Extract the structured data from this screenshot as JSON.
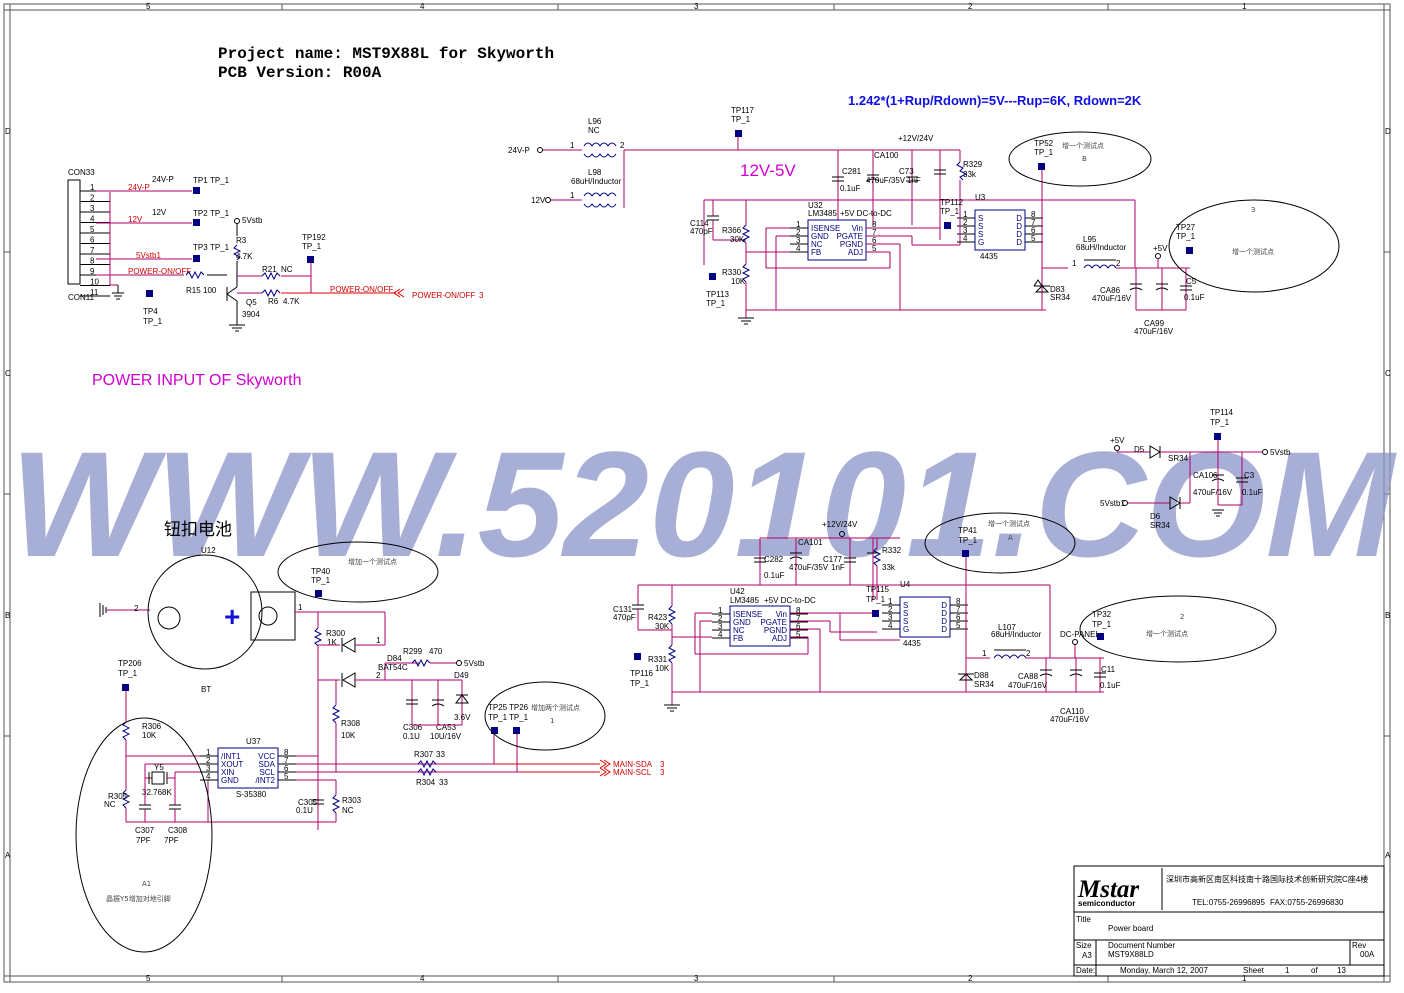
{
  "header": {
    "project_line": "Project name: MST9X88L for Skyworth",
    "pcb_line": "PCB Version: R00A",
    "formula": "1.242*(1+Rup/Rdown)=5V---Rup=6K, Rdown=2K",
    "section_12v5v": "12V-5V",
    "power_input": "POWER INPUT OF Skyworth",
    "button_battery": "钮扣电池",
    "watermark": "WWW.520101.COM"
  },
  "frame": {
    "col_top": [
      "5",
      "4",
      "3",
      "2",
      "1"
    ],
    "row_left": [
      "D",
      "C",
      "B",
      "A"
    ]
  },
  "connector": {
    "con33": "CON33",
    "con11": "CON11",
    "pins": [
      "1",
      "2",
      "3",
      "4",
      "5",
      "6",
      "7",
      "8",
      "9",
      "10",
      "11"
    ],
    "net_24vp": "24V-P",
    "net_24vp2": "24V-P",
    "net_12v": "12V",
    "net_12v2": "12V",
    "net_5vstb": "5Vstb",
    "net_5vstb1": "5Vstb1",
    "net_power": "POWER-ON/OFF",
    "net_power2": "POWER-ON/OFF",
    "net_power3": "POWER-ON/OFF",
    "page3": "3",
    "tp1": "TP1",
    "tp2": "TP2",
    "tp3": "TP3",
    "tp4": "TP4",
    "tp192": "TP192",
    "tp_1": "TP_1",
    "r3": "R3",
    "r3v": "4.7K",
    "r21": "R21",
    "r21v": "NC",
    "r15": "R15",
    "r15v": "100",
    "r6": "R6",
    "r6v": "4.7K",
    "q5": "Q5",
    "q5v": "3904",
    "one": "1",
    "two": "2",
    "three": "3"
  },
  "top_reg": {
    "net_24vp": "24V-P",
    "net_12v": "12V",
    "l96": "L96",
    "l96v": "NC",
    "l98": "L98",
    "l98v": "68uH/Inductor",
    "tp117": "TP117",
    "net_12_24": "+12V/24V",
    "c281": "C281",
    "c281v": "0.1uF",
    "ca100": "CA100",
    "ca100v": "470uF/35V",
    "c73": "C73",
    "c73v": "1nF",
    "r329": "R329",
    "r329v": "33k",
    "c114": "C114",
    "c114v": "470pF",
    "r366": "R366",
    "r366v": "30K",
    "r330": "R330",
    "r330v": "10K",
    "tp113": "TP113",
    "u32": "U32",
    "u32v": "LM3485",
    "u32d": "+5V DC-to-DC",
    "ic_l": [
      "ISENSE",
      "GND",
      "NC",
      "FB"
    ],
    "ic_r": [
      "Vin",
      "PGATE",
      "PGND",
      "ADJ"
    ],
    "ic_ln": [
      "1",
      "2",
      "3",
      "4"
    ],
    "ic_rn": [
      "8",
      "7",
      "6",
      "5"
    ],
    "tp112": "TP112",
    "u3": "U3",
    "u3v": "4435",
    "fet_l": [
      "S",
      "S",
      "S",
      "G"
    ],
    "fet_r": [
      "D",
      "D",
      "D",
      "D"
    ],
    "tp52": "TP52",
    "l95": "L95",
    "l95v": "68uH/Inductor",
    "net_5v": "+5V",
    "d83": "D83",
    "d83v": "SR34",
    "ca86": "CA86",
    "ca86v": "470uF/16V",
    "ca99": "CA99",
    "ca99v": "470uF/16V",
    "c5": "C5",
    "c5v": "0.1uF",
    "tp27": "TP27",
    "note_b": "增一个测试点",
    "note_b_letter": "B",
    "note_3": "增一个测试点",
    "note_3_letter": "3"
  },
  "right_mid": {
    "tp114": "TP114",
    "net_5v": "+5V",
    "d5": "D5",
    "d5v": "SR34",
    "net_5vstb": "5Vstb",
    "ca106": "CA106",
    "ca106v": "470uF/16V",
    "c3": "C3",
    "c3v": "0.1uF",
    "net_5vstb1": "5Vstb1",
    "d6": "D6",
    "d6v": "SR34"
  },
  "bot_reg": {
    "net_12_24": "+12V/24V",
    "c282": "C282",
    "c282v": "0.1uF",
    "ca101": "CA101",
    "ca101v": "470uF/35V",
    "c177": "C177",
    "c177v": "1nF",
    "r332": "R332",
    "r332v": "33k",
    "tp41": "TP41",
    "note_a": "增一个测试点",
    "note_a_letter": "A",
    "u42": "U42",
    "u42v": "LM3485",
    "u42d": "+5V DC-to-DC",
    "c131": "C131",
    "c131v": "470pF",
    "r423": "R423",
    "r423v": "30K",
    "r331": "R331",
    "r331v": "10K",
    "tp116": "TP116",
    "tp115": "TP115",
    "u4": "U4",
    "u4v": "4435",
    "l107": "L107",
    "l107v": "68uH/Inductor",
    "net_dcpanel": "DC-PANEL",
    "tp32": "TP32",
    "note_2": "增一个测试点",
    "note_2_letter": "2",
    "d88": "D88",
    "d88v": "SR34",
    "ca88": "CA88",
    "ca88v": "470uF/16V",
    "ca110": "CA110",
    "ca110v": "470uF/16V",
    "c11": "C11",
    "c11v": "0.1uF"
  },
  "battery": {
    "u12": "U12",
    "bt": "BT",
    "tp40": "TP40",
    "note": "增加一个测试点",
    "r300": "R300",
    "r300v": "1K",
    "r299": "R299",
    "r299v": "470",
    "net_5vstb": "5Vstb",
    "d84": "D84",
    "d84v": "BAT54C",
    "d49": "D49",
    "d49v": "3.6V",
    "c306": "C306",
    "c306v": "0.1U",
    "ca53": "CA53",
    "ca53v": "10U/16V",
    "r308": "R308",
    "r308v": "10K",
    "tp206": "TP206",
    "r306": "R306",
    "r306v": "10K",
    "u37": "U37",
    "u37v": "S-35380",
    "rtc_l": [
      "/INT1",
      "XOUT",
      "XIN",
      "GND"
    ],
    "rtc_r": [
      "VCC",
      "SDA",
      "SCL",
      "/INT2"
    ],
    "rtc_ln": [
      "1",
      "2",
      "3",
      "4"
    ],
    "rtc_rn": [
      "8",
      "7",
      "6",
      "5"
    ],
    "y5": "Y5",
    "y5v": "32.768K",
    "r305": "R305",
    "r305v": "NC",
    "c307": "C307",
    "c307v": "7PF",
    "c308": "C308",
    "c308v": "7PF",
    "c305": "C305",
    "c305v": "0.1U",
    "r303": "R303",
    "r303v": "NC",
    "r307": "R307",
    "r307v": "33",
    "r304": "R304",
    "r304v": "33",
    "tp25": "TP25",
    "tp26": "TP26",
    "note2": "增加两个测试点",
    "note2_letter": "1",
    "sda": "MAIN-SDA",
    "scl": "MAIN-SCL",
    "page3": "3",
    "note_a1": "A1",
    "note_y5": "晶振Y5增加对地引脚"
  },
  "titleblock": {
    "logo_main": "Mstar",
    "logo_sub": "semiconductor",
    "address": "深圳市高新区南区科技南十路国际技术创新研究院C座4楼",
    "tel": "TEL:0755-26996895",
    "fax": "FAX:0755-26996830",
    "title_label": "Title",
    "title_value": "Power board",
    "size_label": "Size",
    "size_value": "A3",
    "docnum_label": "Document Number",
    "docnum_value": "MST9X88LD",
    "rev_label": "Rev",
    "rev_value": "00A",
    "date_label": "Date:",
    "date_value": "Monday, March 12, 2007",
    "sheet_label": "Sheet",
    "sheet_value": "1",
    "of_label": "of",
    "of_value": "13"
  },
  "colors": {
    "wire": "#b0006a",
    "net_red": "#e00000",
    "part_blue": "#000080",
    "watermark": "#8a94c8"
  }
}
